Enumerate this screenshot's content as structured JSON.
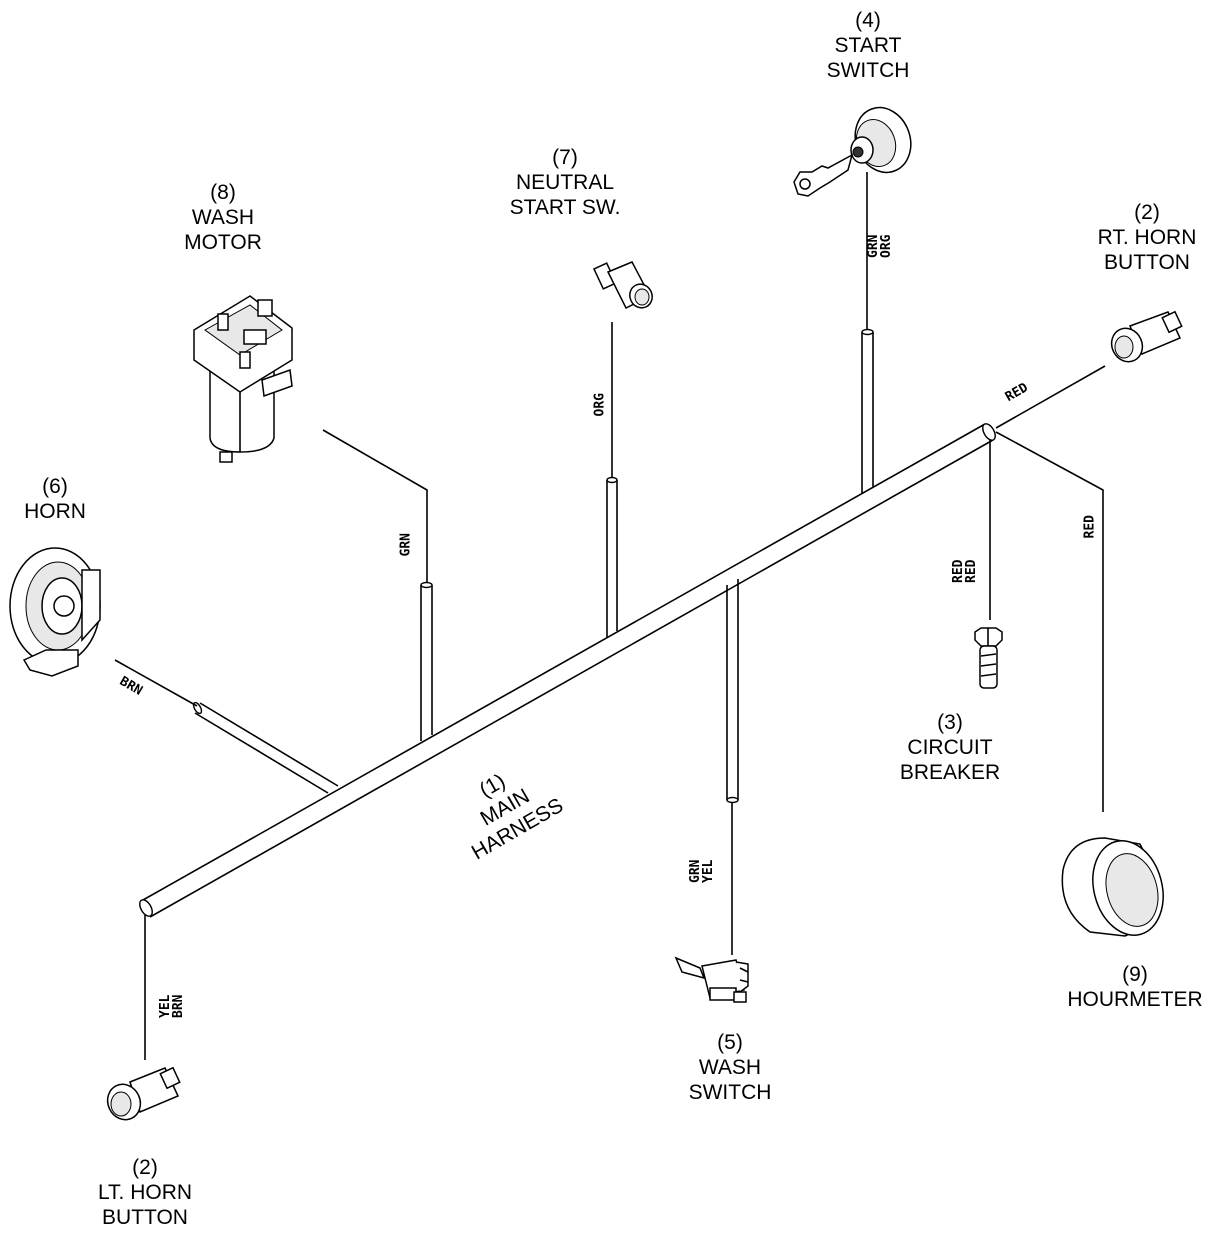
{
  "components": {
    "main_harness": {
      "num": "(1)",
      "lines": [
        "MAIN",
        "HARNESS"
      ]
    },
    "rt_horn_button": {
      "num": "(2)",
      "lines": [
        "RT. HORN",
        "BUTTON"
      ]
    },
    "lt_horn_button": {
      "num": "(2)",
      "lines": [
        "LT. HORN",
        "BUTTON"
      ]
    },
    "circuit_breaker": {
      "num": "(3)",
      "lines": [
        "CIRCUIT",
        "BREAKER"
      ]
    },
    "start_switch": {
      "num": "(4)",
      "lines": [
        "START",
        "SWITCH"
      ]
    },
    "wash_switch": {
      "num": "(5)",
      "lines": [
        "WASH",
        "SWITCH"
      ]
    },
    "horn": {
      "num": "(6)",
      "lines": [
        "HORN"
      ]
    },
    "neutral_start_sw": {
      "num": "(7)",
      "lines": [
        "NEUTRAL",
        "START SW."
      ]
    },
    "wash_motor": {
      "num": "(8)",
      "lines": [
        "WASH",
        "MOTOR"
      ]
    },
    "hourmeter": {
      "num": "(9)",
      "lines": [
        "HOURMETER"
      ]
    }
  },
  "wire_codes": {
    "start_switch": [
      "GRN",
      "ORG"
    ],
    "neutral_start": "ORG",
    "wash_motor": "GRN",
    "horn": "BRN",
    "wash_switch": [
      "GRN",
      "YEL"
    ],
    "lt_horn": [
      "YEL",
      "BRN"
    ],
    "rt_horn": "RED",
    "circuit_breaker": [
      "RED",
      "RED"
    ],
    "hourmeter": "RED"
  }
}
